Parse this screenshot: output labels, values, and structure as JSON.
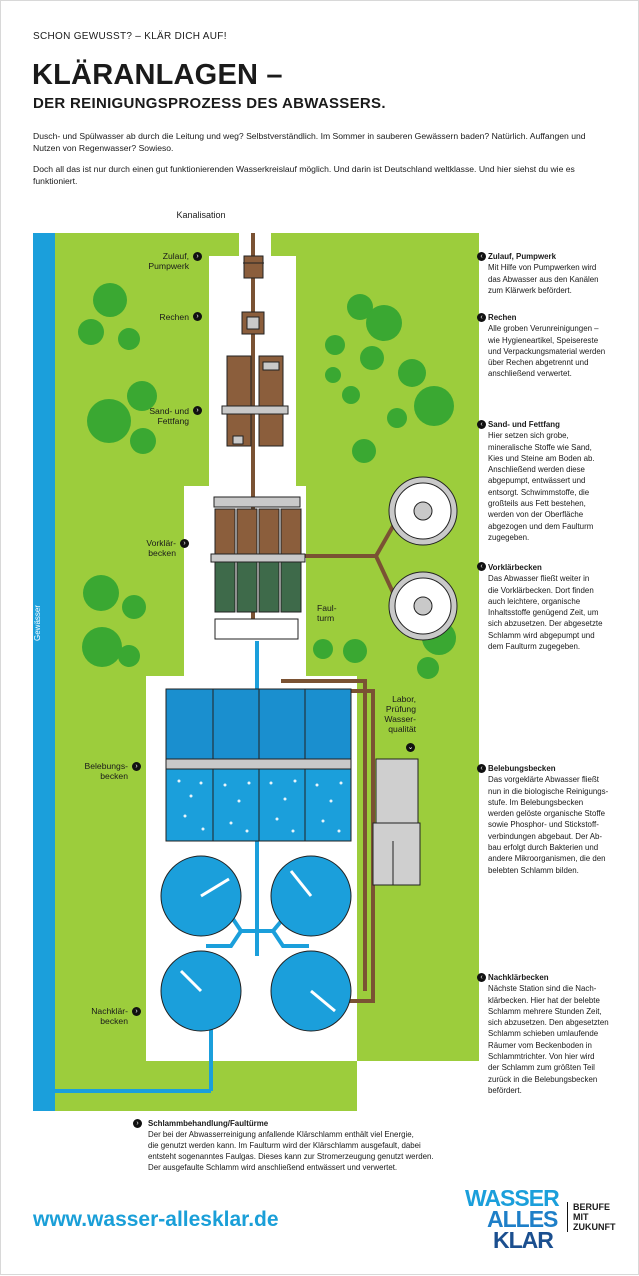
{
  "header": {
    "kicker": "SCHON GEWUSST? – KLÄR DICH AUF!",
    "title": "KLÄRANLAGEN –",
    "subtitle": "DER REINIGUNGSPROZESS DES ABWASSERS.",
    "intro_1": "Dusch- und Spülwasser ab durch die Leitung und weg? Selbstverständlich. Im Sommer in sauberen Gewässern baden? Natürlich. Auffangen und Nutzen von Regenwasser? Sowieso.",
    "intro_2": "Doch all das ist nur durch einen gut funktionierenden Wasserkreislauf möglich. Und darin ist Deutschland weltklasse. Und hier siehst du wie es funktioniert."
  },
  "diagram": {
    "kanalisation": "Kanalisation",
    "gewaesser": "Gewässer",
    "labor": [
      "Labor,",
      "Prüfung",
      "Wasser-",
      "qualität"
    ],
    "faulturm": [
      "Faul-",
      "turm"
    ],
    "left_labels": [
      {
        "lines": [
          "Zulauf,",
          "Pumpwerk"
        ]
      },
      {
        "lines": [
          "Rechen"
        ]
      },
      {
        "lines": [
          "Sand- und",
          "Fettfang"
        ]
      },
      {
        "lines": [
          "Vorklär-",
          "becken"
        ]
      },
      {
        "lines": [
          "Belebungs-",
          "becken"
        ]
      },
      {
        "lines": [
          "Nachklär-",
          "becken"
        ]
      }
    ],
    "right_descriptions": [
      {
        "heading": "Zulauf, Pumpwerk",
        "lines": [
          "Mit Hilfe von Pumpwerken wird",
          "das Abwasser aus den Kanälen",
          "zum Klärwerk befördert."
        ]
      },
      {
        "heading": "Rechen",
        "lines": [
          "Alle groben Verunreinigungen –",
          "wie Hygieneartikel, Speisereste",
          "und Verpackungsmaterial werden",
          "über Rechen abgetrennt und",
          "anschließend verwertet."
        ]
      },
      {
        "heading": "Sand- und Fettfang",
        "lines": [
          "Hier setzen sich grobe,",
          "mineralische Stoffe wie Sand,",
          "Kies und Steine am Boden ab.",
          "Anschließend werden diese",
          "abgepumpt, entwässert und",
          "entsorgt. Schwimmstoffe, die",
          "großteils aus Fett bestehen,",
          "werden von der Oberfläche",
          "abgezogen und dem Faulturm",
          "zugegeben."
        ]
      },
      {
        "heading": "Vorklärbecken",
        "lines": [
          "Das Abwasser fließt weiter in",
          "die Vorklärbecken. Dort finden",
          "auch leichtere, organische",
          "Inhaltsstoffe genügend Zeit, um",
          "sich abzusetzen. Der abgesetzte",
          "Schlamm wird abgepumpt und",
          "dem Faulturm zugegeben."
        ]
      },
      {
        "heading": "Belebungsbecken",
        "lines": [
          "Das vorgeklärte Abwasser fließt",
          "nun in die biologische Reinigungs-",
          "stufe. Im Belebungsbecken",
          "werden gelöste organische Stoffe",
          "sowie Phosphor- und Stickstoff-",
          "verbindungen abgebaut. Der Ab-",
          "bau erfolgt durch Bakterien und",
          "andere Mikroorganismen, die den",
          "belebten Schlamm bilden."
        ]
      },
      {
        "heading": "Nachklärbecken",
        "lines": [
          "Nächste Station sind die Nach-",
          "klärbecken. Hier hat der belebte",
          "Schlamm mehrere Stunden Zeit,",
          "sich abzusetzen. Den abgesetzten",
          "Schlamm schieben umlaufende",
          "Räumer vom Beckenboden in",
          "Schlammtrichter. Von hier wird",
          "der Schlamm zum größten Teil",
          "zurück in die Belebungsbecken",
          "befördert."
        ]
      }
    ],
    "bottom_description": {
      "heading": "Schlammbehandlung/Faultürme",
      "lines": [
        "Der bei der Abwasserreinigung anfallende Klärschlamm enthält viel Energie,",
        "die genutzt werden kann. Im Faulturm wird der Klärschlamm ausgefault, dabei",
        "entsteht sogenanntes Faulgas. Dieses kann zur Stromerzeugung genutzt werden.",
        "Der ausgefaulte Schlamm wird anschließend entwässert und verwertet."
      ]
    }
  },
  "footer": {
    "url": "www.wasser-allesklar.de",
    "logo_words": [
      "WASSER",
      "ALLES",
      "KLAR"
    ],
    "logo_tagline": [
      "BERUFE",
      "MIT",
      "ZUKUNFT"
    ]
  },
  "colors": {
    "green": "#9ccd3c",
    "tree": "#3aa832",
    "blue": "#1b9fdb",
    "brown": "#7a5233",
    "grey": "#cfcfcf",
    "dark_green": "#3e6a4a"
  }
}
